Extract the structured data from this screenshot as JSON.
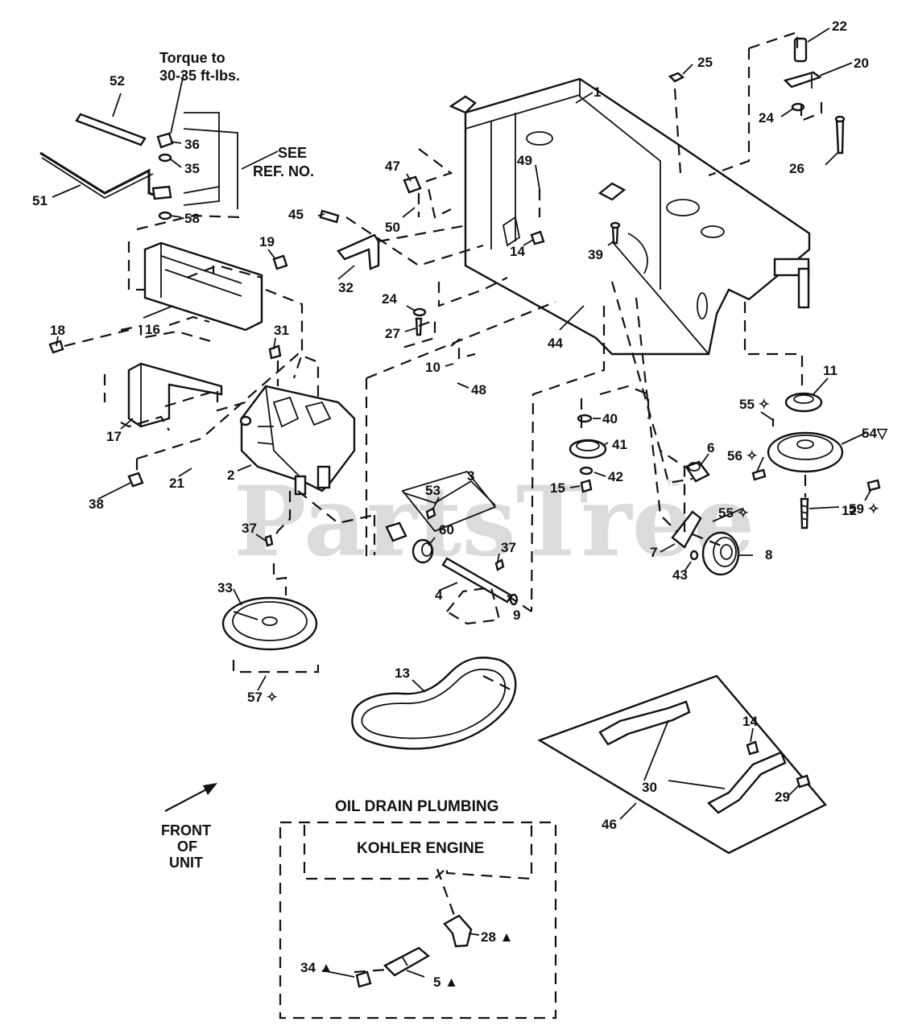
{
  "watermark": "PartsTree",
  "watermark_tm": "TM",
  "notes": {
    "torque_line1": "Torque to",
    "torque_line2": "30-35 ft-lbs.",
    "see_line1": "SEE",
    "see_line2": "REF. NO.",
    "front_line1": "FRONT",
    "front_line2": "OF",
    "front_line3": "UNIT"
  },
  "oil_drain": {
    "title": "OIL DRAIN PLUMBING",
    "engine": "KOHLER ENGINE"
  },
  "callouts": {
    "c1": "1",
    "c2": "2",
    "c3": "3",
    "c4": "4",
    "c5": "5 ▲",
    "c6": "6",
    "c7": "7",
    "c8": "8",
    "c9": "9",
    "c10": "10",
    "c11": "11",
    "c12": "12",
    "c13": "13",
    "c14a": "14",
    "c14b": "14",
    "c15": "15",
    "c16": "16",
    "c17": "17",
    "c18": "18",
    "c19": "19",
    "c20": "20",
    "c21": "21",
    "c22": "22",
    "c24a": "24",
    "c24b": "24",
    "c25": "25",
    "c26": "26",
    "c27": "27",
    "c28": "28 ▲",
    "c29": "29",
    "c30": "30",
    "c31": "31",
    "c32": "32",
    "c33": "33",
    "c34": "34 ▲",
    "c35": "35",
    "c36": "36",
    "c37a": "37",
    "c37b": "37",
    "c38": "38",
    "c39": "39",
    "c40": "40",
    "c41": "41",
    "c42": "42",
    "c43": "43",
    "c44": "44",
    "c45": "45",
    "c46": "46",
    "c47": "47",
    "c48": "48",
    "c49": "49",
    "c50": "50",
    "c51": "51",
    "c52": "52",
    "c53": "53",
    "c54": "54▽",
    "c55a": "55 ✧",
    "c55b": "55 ✧",
    "c56": "56 ✧",
    "c57": "57 ✧",
    "c58": "58",
    "c59": "59 ✧",
    "c60": "60"
  }
}
